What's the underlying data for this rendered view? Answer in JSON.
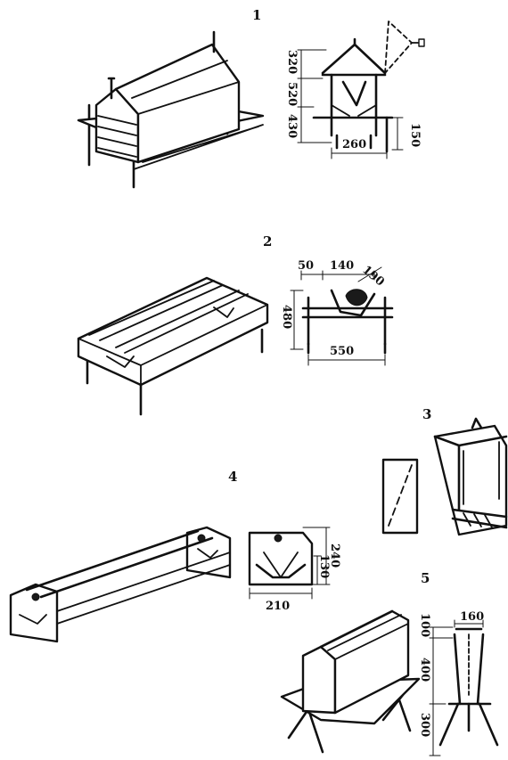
{
  "figures": [
    {
      "number": "1",
      "dimensions": [
        "320",
        "520",
        "430",
        "260",
        "150"
      ]
    },
    {
      "number": "2",
      "dimensions": [
        "50",
        "140",
        "190",
        "480",
        "550"
      ]
    },
    {
      "number": "3",
      "dimensions": []
    },
    {
      "number": "4",
      "dimensions": [
        "240",
        "130",
        "210"
      ]
    },
    {
      "number": "5",
      "dimensions": [
        "100",
        "160",
        "400",
        "300"
      ]
    }
  ]
}
